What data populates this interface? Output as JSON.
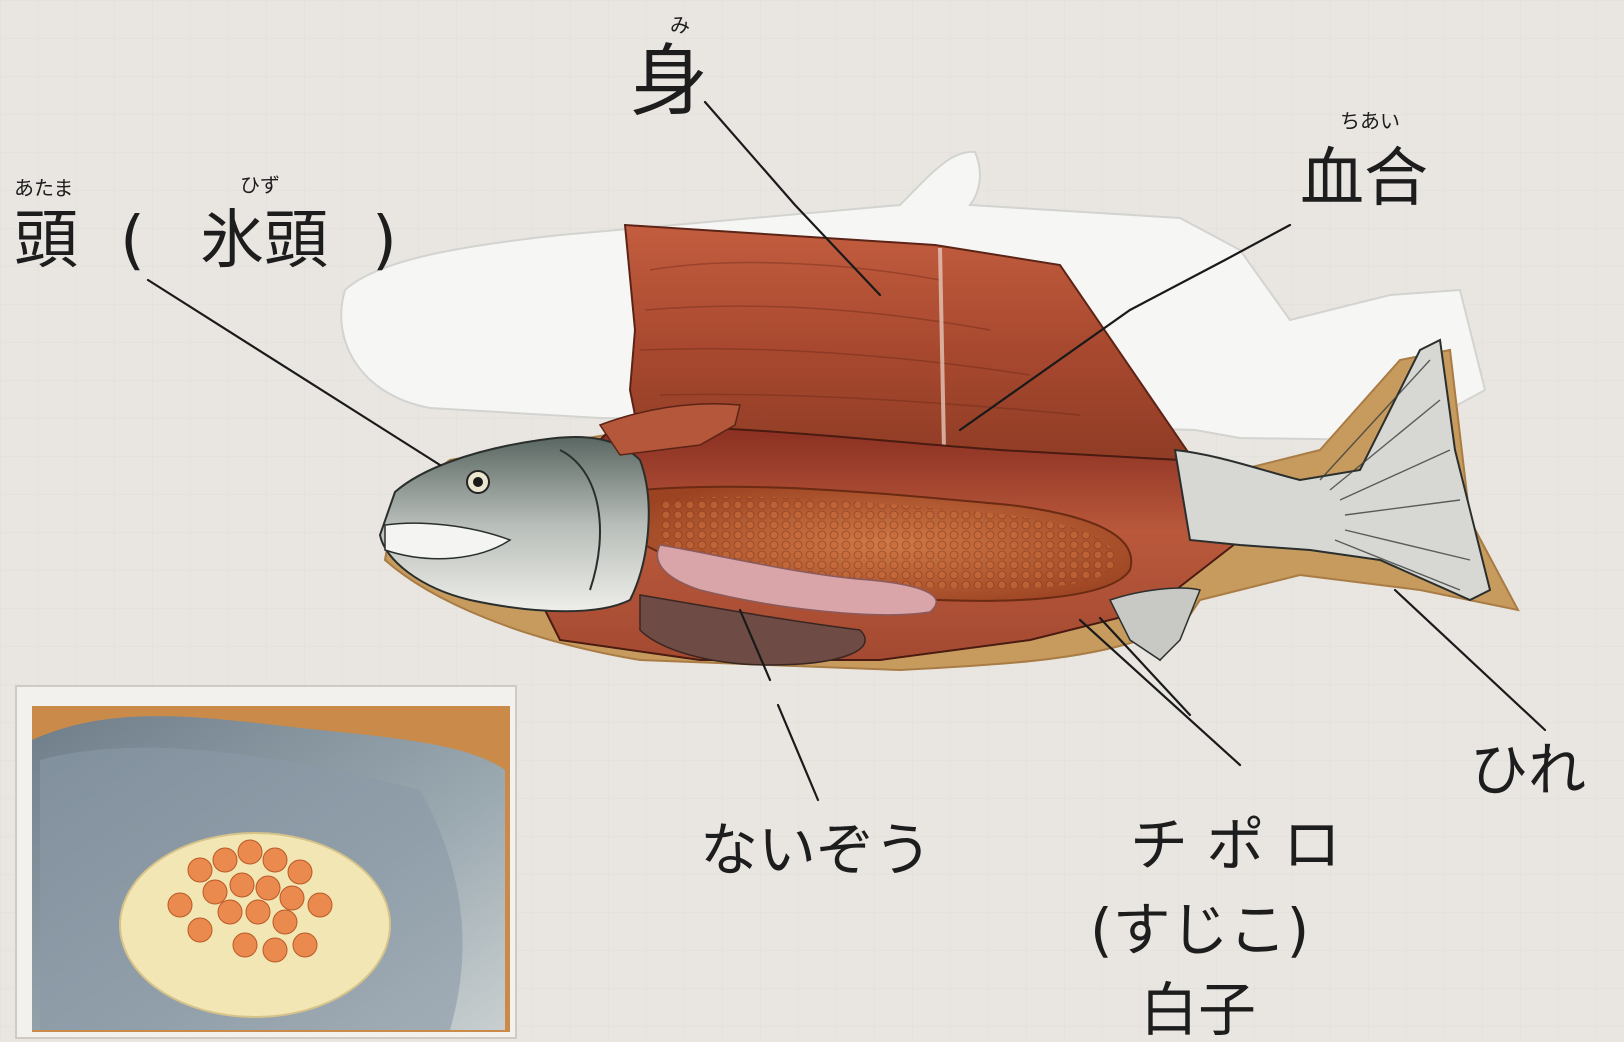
{
  "labels": {
    "head": {
      "ruby": "あたま",
      "text": "頭"
    },
    "hizu": {
      "ruby": "ひず",
      "open": "(",
      "text": "氷頭",
      "close": ")"
    },
    "mi": {
      "ruby": "み",
      "text": "身"
    },
    "chiai": {
      "ruby": "ちあい",
      "text": "血合"
    },
    "naizou": {
      "text": "ないぞう"
    },
    "chipori": {
      "line1": "チ ポ ロ",
      "line2": "(すじこ)",
      "line3": "白子"
    },
    "hire": {
      "text": "ひれ"
    }
  },
  "colors": {
    "paper": "#e9e6e2",
    "flesh": "#a8492f",
    "roe": "#b4522c",
    "skin_silver": "#d8d9d6",
    "cardboard": "#c79b5e",
    "ink": "#1d1d1d"
  },
  "photo": {
    "subject": "chipori-dish-photo"
  }
}
